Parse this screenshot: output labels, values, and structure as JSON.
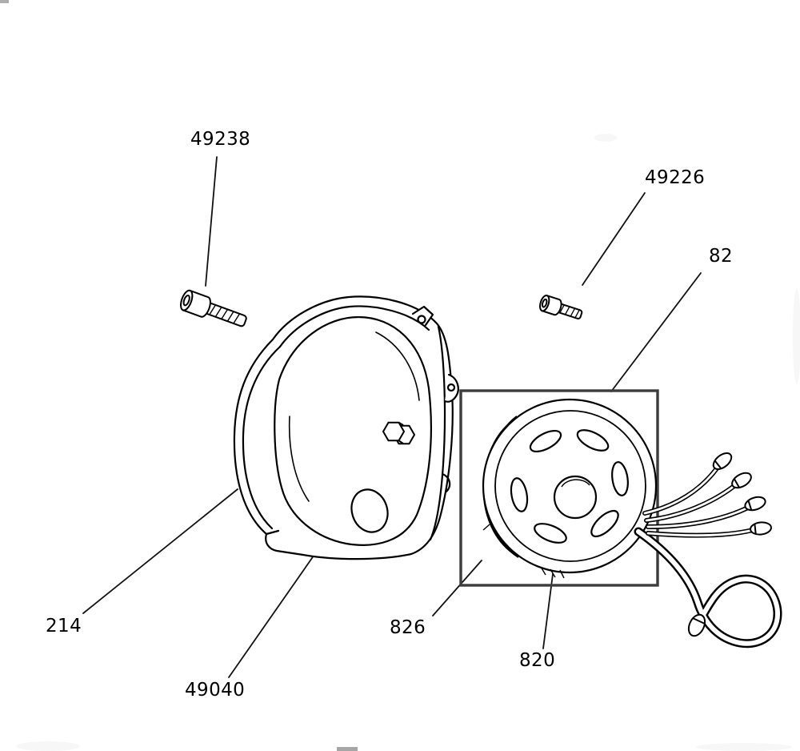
{
  "page": {
    "type": "exploded-parts-diagram",
    "subject": "Flywheel magneto assembly with timing cover, mounting bolts and wiring harness",
    "background": "#ffffff"
  },
  "colors": {
    "line": "#000000",
    "highlight_box": "#3c3c3c",
    "label_text": "#000000"
  },
  "labels": [
    {
      "part": "49238",
      "text": "49238",
      "target": "socket-head-bolt"
    },
    {
      "part": "49226",
      "text": "49226",
      "target": "small-bolt"
    },
    {
      "part": "82",
      "text": "82",
      "target": "flywheel-assembly-box"
    },
    {
      "part": "214",
      "text": "214",
      "target": "timing-cover"
    },
    {
      "part": "826",
      "text": "826",
      "target": "flywheel-rim"
    },
    {
      "part": "820",
      "text": "820",
      "target": "flywheel"
    },
    {
      "part": "49040",
      "text": "49040",
      "target": "cover-nut"
    }
  ]
}
